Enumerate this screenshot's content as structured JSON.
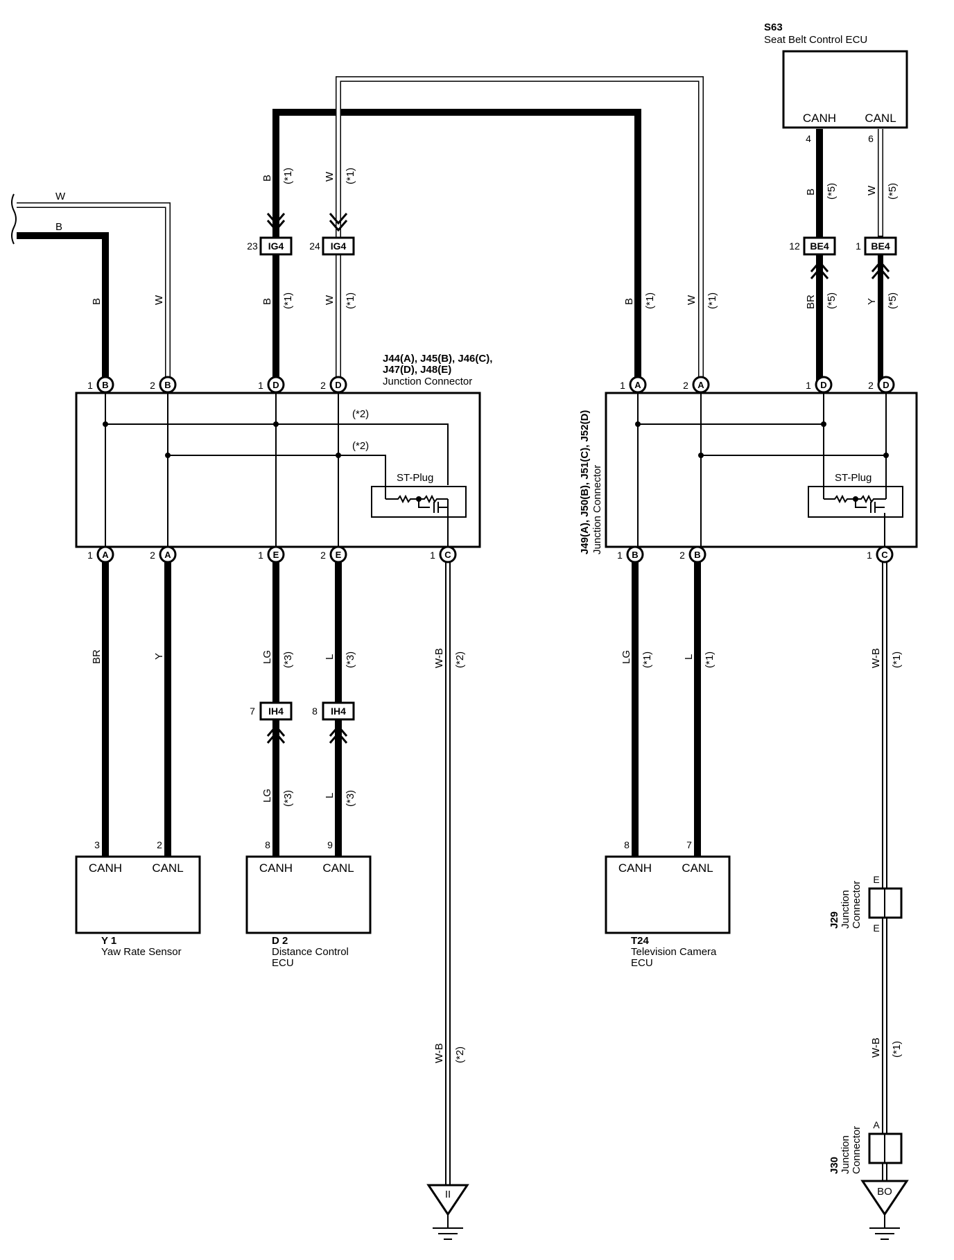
{
  "components": {
    "s63": {
      "code": "S63",
      "name": "Seat Belt Control ECU",
      "pin_canh": "CANH",
      "pin_canl": "CANL",
      "pin_canh_no": "4",
      "pin_canl_no": "6"
    },
    "y1": {
      "code": "Y 1",
      "name": "Yaw Rate Sensor",
      "pin_canh": "CANH",
      "pin_canl": "CANL",
      "pin_canh_no": "3",
      "pin_canl_no": "2"
    },
    "d2": {
      "code": "D 2",
      "name1": "Distance Control",
      "name2": "ECU",
      "pin_canh": "CANH",
      "pin_canl": "CANL",
      "pin_canh_no": "8",
      "pin_canl_no": "9"
    },
    "t24": {
      "code": "T24",
      "name1": "Television Camera",
      "name2": "ECU",
      "pin_canh": "CANH",
      "pin_canl": "CANL",
      "pin_canh_no": "8",
      "pin_canl_no": "7"
    }
  },
  "junctions": {
    "left": {
      "line1": "J44(A), J45(B), J46(C),",
      "line2": "J47(D), J48(E)",
      "line3": "Junction Connector",
      "stplug": "ST-Plug",
      "note1": "(*2)",
      "note2": "(*2)"
    },
    "right": {
      "line1": "J49(A), J50(B), J51(C), J52(D)",
      "line2": "Junction Connector",
      "stplug": "ST-Plug"
    },
    "j29": {
      "code": "J29",
      "name1": "Junction",
      "name2": "Connector",
      "pin_top": "E",
      "pin_bottom": "E"
    },
    "j30": {
      "code": "J30",
      "name1": "Junction",
      "name2": "Connector",
      "pin_top": "A"
    }
  },
  "pins": {
    "one": "1",
    "two": "2",
    "A": "A",
    "B": "B",
    "C": "C",
    "D": "D",
    "E": "E"
  },
  "connectors": {
    "ig4_23": {
      "no": "23",
      "code": "IG4"
    },
    "ig4_24": {
      "no": "24",
      "code": "IG4"
    },
    "be4_12": {
      "no": "12",
      "code": "BE4"
    },
    "be4_1": {
      "no": "1",
      "code": "BE4"
    },
    "ih4_7": {
      "no": "7",
      "code": "IH4"
    },
    "ih4_8": {
      "no": "8",
      "code": "IH4"
    }
  },
  "wires": {
    "W": "W",
    "B": "B",
    "BR": "BR",
    "Y": "Y",
    "LG": "LG",
    "L": "L",
    "WB": "W-B"
  },
  "notes": {
    "n1": "(*1)",
    "n2": "(*2)",
    "n3": "(*3)",
    "n5": "(*5)"
  },
  "grounds": {
    "left": "II",
    "right": "BO"
  }
}
